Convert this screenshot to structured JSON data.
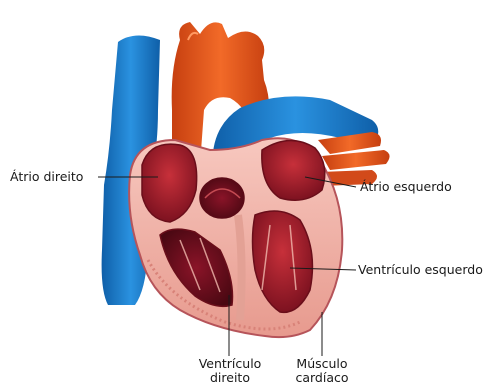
{
  "labels": {
    "right_atrium": "Átrio direito",
    "left_atrium": "Átrio esquerdo",
    "left_ventricle": "Ventrículo esquerdo",
    "right_ventricle": [
      "Ventrículo",
      "direito"
    ],
    "heart_muscle": [
      "Músculo",
      "cardíaco"
    ]
  },
  "colors": {
    "vein_blue": "#1c7fd0",
    "artery_orange": "#e8541c",
    "chamber_red": "#b3202c",
    "dark_red": "#6e0f1e",
    "muscle_pink": "#f2b5aa",
    "outline": "#8a1a24"
  }
}
